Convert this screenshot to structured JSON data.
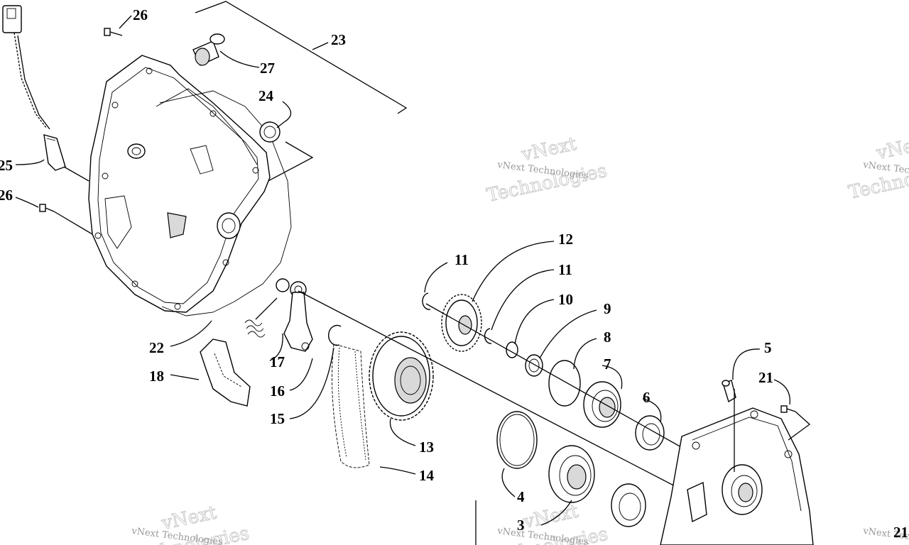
{
  "callouts": {
    "c26a": "26",
    "c23": "23",
    "c27": "27",
    "c24": "24",
    "c25": "25",
    "c26b": "26",
    "c22": "22",
    "c11a": "11",
    "c12": "12",
    "c11b": "11",
    "c10": "10",
    "c9": "9",
    "c8": "8",
    "c7": "7",
    "c17": "17",
    "c18": "18",
    "c16": "16",
    "c15": "15",
    "c13": "13",
    "c14": "14",
    "c5": "5",
    "c21a": "21",
    "c6": "6",
    "c4": "4",
    "c3": "3",
    "c21b": "21"
  },
  "watermarks": {
    "brand_line1": "vNext",
    "brand_line2": "Technologies",
    "small_label": "vNext Technologies"
  }
}
